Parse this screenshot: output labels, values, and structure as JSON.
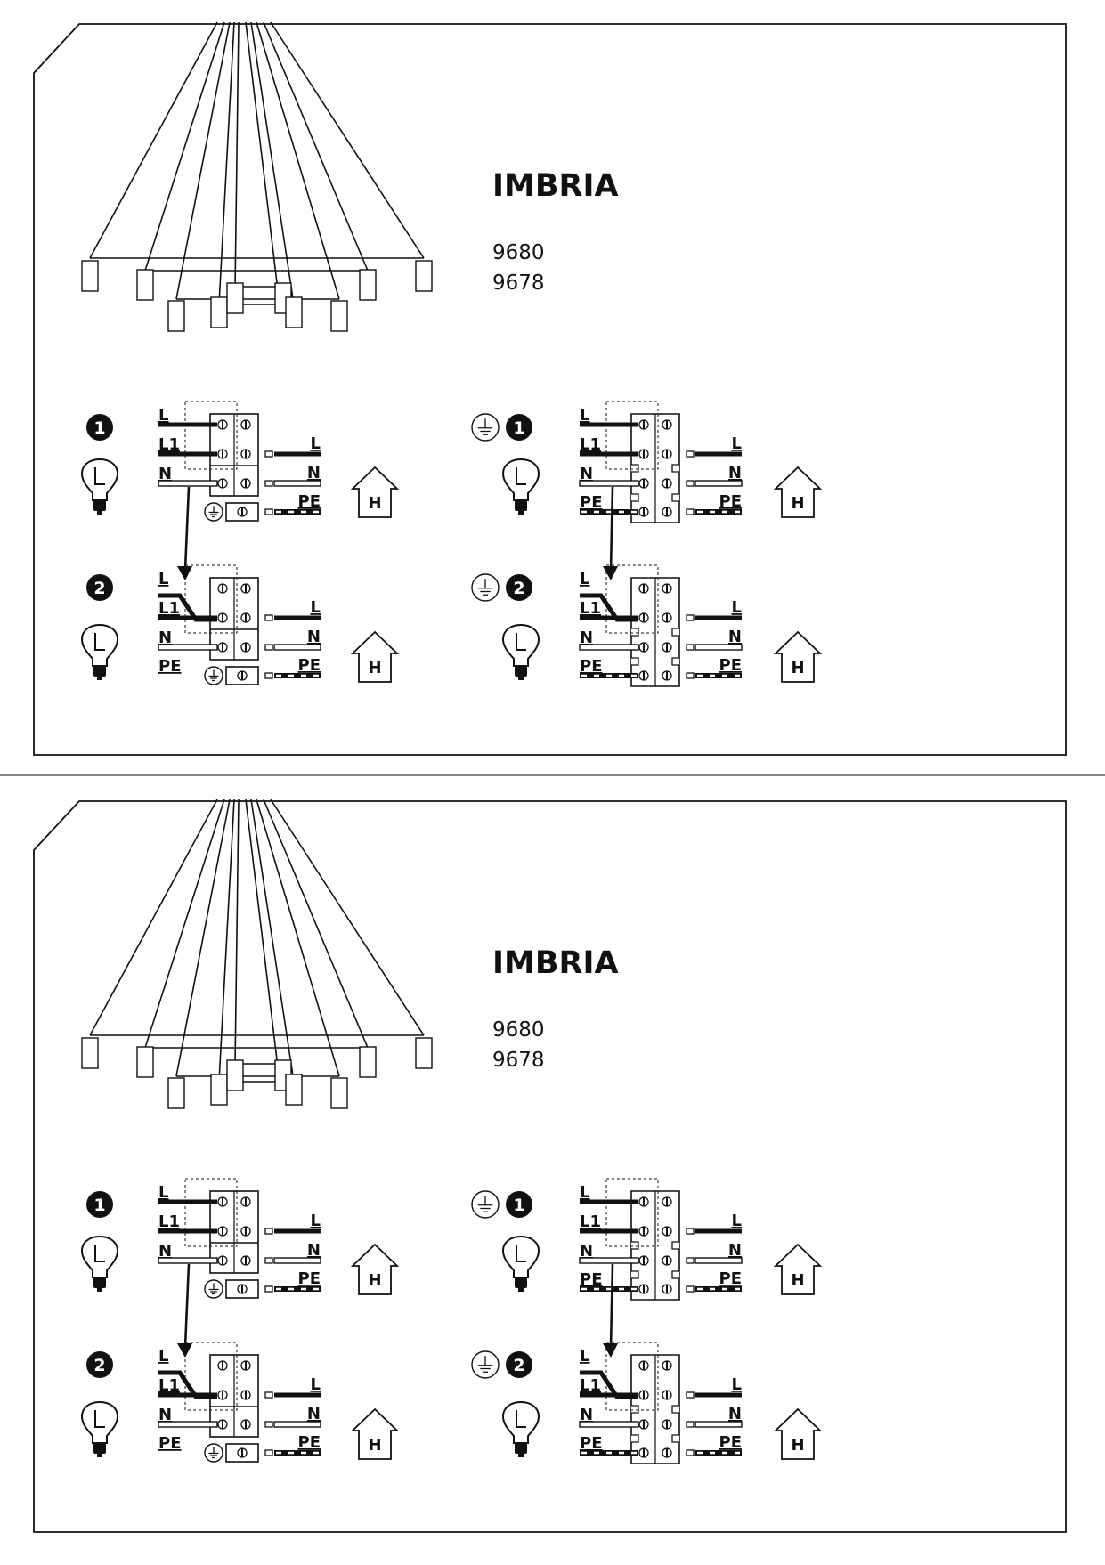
{
  "panels": [
    {
      "title": "IMBRIA",
      "codes": [
        "9680",
        "9678"
      ],
      "steps": [
        {
          "num": "1",
          "labels": {
            "in_l": "L",
            "in_l1": "L1",
            "in_n": "N",
            "in_pe": "",
            "out_l": "L",
            "out_n": "N",
            "out_pe": "PE"
          }
        },
        {
          "num": "2",
          "labels": {
            "in_l": "L",
            "in_l1": "L1",
            "in_n": "N",
            "in_pe": "PE",
            "out_l": "L",
            "out_n": "N",
            "out_pe": "PE"
          }
        },
        {
          "num": "1",
          "labels": {
            "in_l": "L",
            "in_l1": "L1",
            "in_n": "N",
            "in_pe": "PE",
            "out_l": "L",
            "out_n": "N",
            "out_pe": "PE"
          }
        },
        {
          "num": "2",
          "labels": {
            "in_l": "L",
            "in_l1": "L1",
            "in_n": "N",
            "in_pe": "PE",
            "out_l": "L",
            "out_n": "N",
            "out_pe": "PE"
          }
        }
      ],
      "house_letter": "H"
    },
    {
      "title": "IMBRIA",
      "codes": [
        "9680",
        "9678"
      ],
      "steps": [
        {
          "num": "1",
          "labels": {
            "in_l": "L",
            "in_l1": "L1",
            "in_n": "N",
            "in_pe": "",
            "out_l": "L",
            "out_n": "N",
            "out_pe": "PE"
          }
        },
        {
          "num": "2",
          "labels": {
            "in_l": "L",
            "in_l1": "L1",
            "in_n": "N",
            "in_pe": "PE",
            "out_l": "L",
            "out_n": "N",
            "out_pe": "PE"
          }
        },
        {
          "num": "1",
          "labels": {
            "in_l": "L",
            "in_l1": "L1",
            "in_n": "N",
            "in_pe": "PE",
            "out_l": "L",
            "out_n": "N",
            "out_pe": "PE"
          }
        },
        {
          "num": "2",
          "labels": {
            "in_l": "L",
            "in_l1": "L1",
            "in_n": "N",
            "in_pe": "PE",
            "out_l": "L",
            "out_n": "N",
            "out_pe": "PE"
          }
        }
      ],
      "house_letter": "H"
    }
  ],
  "icons": {
    "chandelier": "chandelier-icon",
    "bulb": "light-bulb-icon",
    "house": "house-icon",
    "earth": "earth-ground-icon",
    "step_badge": "step-number-badge"
  },
  "colors": {
    "ink": "#111111",
    "divider": "#888888",
    "background": "#ffffff"
  }
}
